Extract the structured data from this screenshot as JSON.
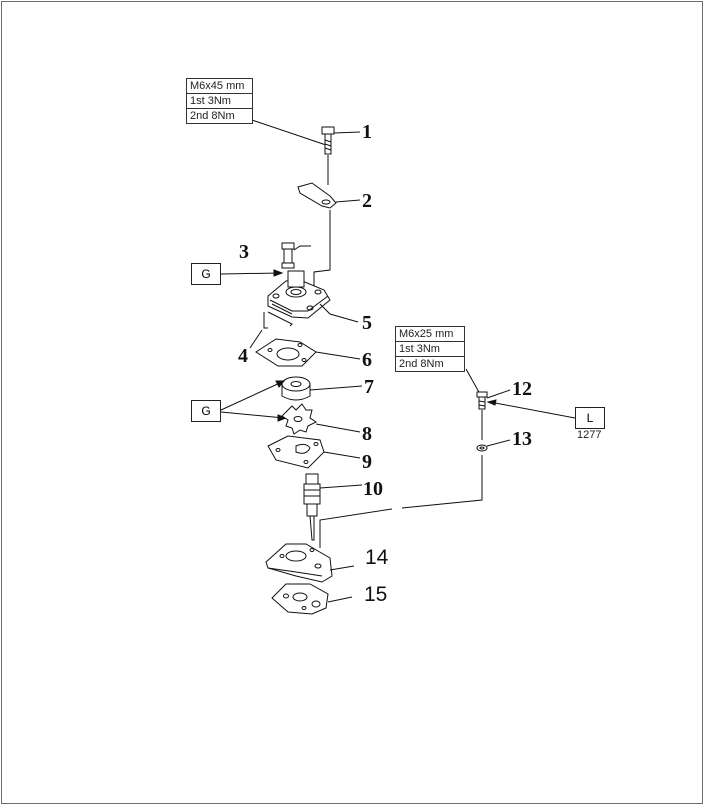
{
  "specs": {
    "upper": [
      "M6x45 mm",
      "1st 3Nm",
      "2nd 8Nm"
    ],
    "lower": [
      "M6x25 mm",
      "1st 3Nm",
      "2nd 8Nm"
    ]
  },
  "callouts": [
    "1",
    "2",
    "3",
    "4",
    "5",
    "6",
    "7",
    "8",
    "9",
    "10",
    "12",
    "13",
    "14",
    "15"
  ],
  "tags": {
    "grease_upper": "G",
    "grease_lower": "G",
    "locking": "L"
  },
  "locking_code": "1277"
}
